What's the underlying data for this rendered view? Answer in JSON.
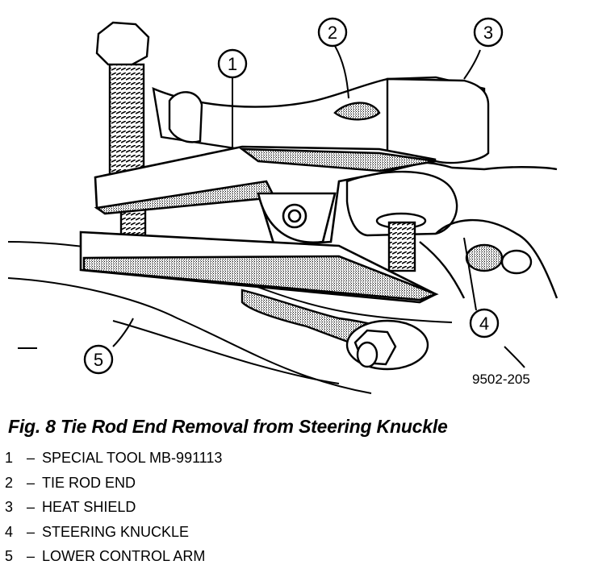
{
  "figure": {
    "code": "9502-205",
    "caption": "Fig. 8 Tie Rod End Removal from Steering Knuckle"
  },
  "callouts": [
    "1",
    "2",
    "3",
    "4",
    "5"
  ],
  "legend": [
    {
      "num": "1",
      "sep": "–",
      "label": "SPECIAL TOOL MB-991113"
    },
    {
      "num": "2",
      "sep": "–",
      "label": "TIE ROD END"
    },
    {
      "num": "3",
      "sep": "–",
      "label": "HEAT SHIELD"
    },
    {
      "num": "4",
      "sep": "–",
      "label": "STEERING KNUCKLE"
    },
    {
      "num": "5",
      "sep": "–",
      "label": "LOWER CONTROL ARM"
    }
  ]
}
